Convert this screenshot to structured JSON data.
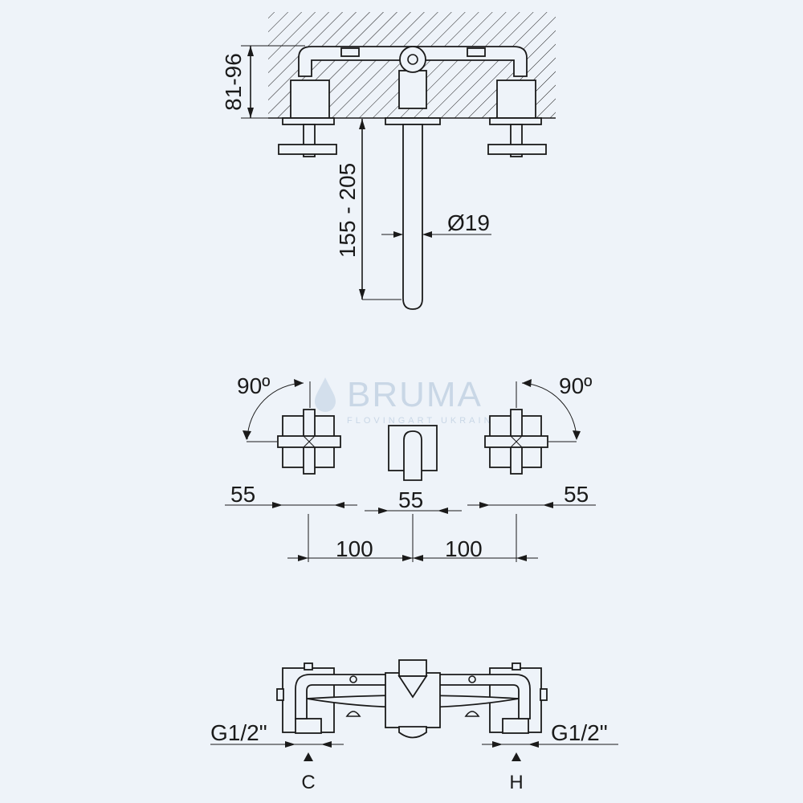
{
  "colors": {
    "background": "#eef3f9",
    "ink": "#1a1a1a",
    "watermark": "#c9d7e6"
  },
  "watermark": {
    "brand": "BRUMA",
    "sub": "FLOVINGART UKRAINE"
  },
  "side_view": {
    "dim_depth": "81-96",
    "dim_spout_length": "155 - 205",
    "dim_spout_diameter": "Ø19"
  },
  "front_view": {
    "rotation_left": "90º",
    "rotation_right": "90º",
    "dim_handle_left": "55",
    "dim_spout": "55",
    "dim_handle_right": "55",
    "dim_spacing_left": "100",
    "dim_spacing_right": "100"
  },
  "top_view": {
    "thread_left": "G1/2\"",
    "thread_right": "G1/2\"",
    "inlet_cold": "C",
    "inlet_hot": "H"
  }
}
